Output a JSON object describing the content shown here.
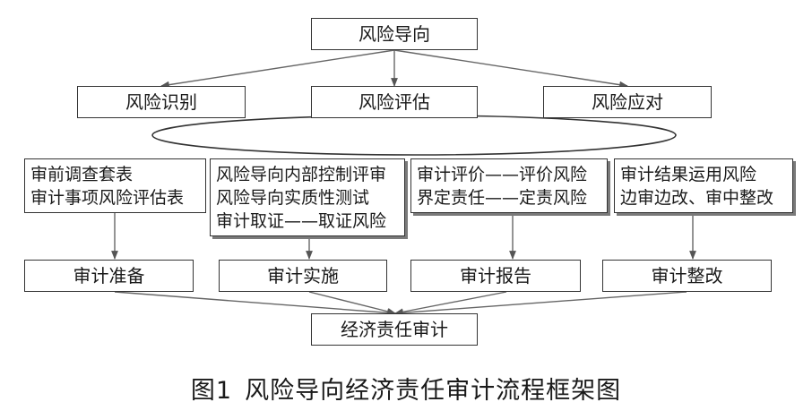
{
  "top": {
    "label": "风险导向"
  },
  "stages": [
    {
      "label": "风险识别"
    },
    {
      "label": "风险评估"
    },
    {
      "label": "风险应对"
    }
  ],
  "details": [
    {
      "lines": [
        "审前调查套表",
        "审计事项风险评估表"
      ]
    },
    {
      "lines": [
        "风险导向内部控制评审",
        "风险导向实质性测试",
        "审计取证——取证风险"
      ]
    },
    {
      "lines": [
        "审计评价——评价风险",
        "界定责任——定责风险"
      ]
    },
    {
      "lines": [
        "审计结果运用风险",
        "边审边改、审中整改"
      ]
    }
  ],
  "phases": [
    {
      "label": "审计准备"
    },
    {
      "label": "审计实施"
    },
    {
      "label": "审计报告"
    },
    {
      "label": "审计整改"
    }
  ],
  "bottom": {
    "label": "经济责任审计"
  },
  "caption": {
    "figure_label": "图1",
    "title": "风险导向经济责任审计流程框架图"
  },
  "colors": {
    "line": "#333333",
    "shadow": "#7a7a7a",
    "text": "#1a1a1a"
  }
}
